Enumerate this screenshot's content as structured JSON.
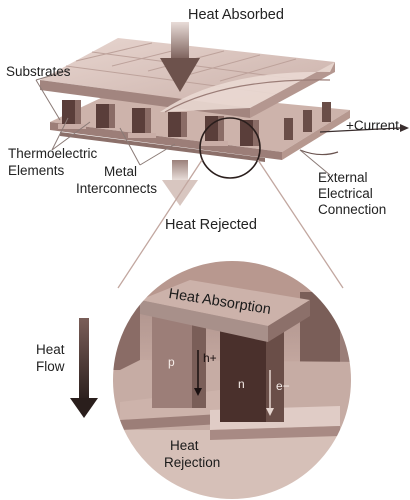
{
  "labels": {
    "heat_absorbed": "Heat Absorbed",
    "substrates": "Substrates",
    "current": "+Current",
    "thermoelectric_line1": "Thermoelectric",
    "thermoelectric_line2": "Elements",
    "metal_line1": "Metal",
    "metal_line2": "Interconnects",
    "external_line1": "External",
    "external_line2": "Electrical",
    "external_line3": "Connection",
    "heat_rejected": "Heat Rejected",
    "heat_absorption": "Heat Absorption",
    "heat_flow_line1": "Heat",
    "heat_flow_line2": "Flow",
    "p_type": "p",
    "n_type": "n",
    "hole_carrier": "h+",
    "electron_carrier": "e−",
    "heat_rejection_line1": "Heat",
    "heat_rejection_line2": "Rejection"
  },
  "colors": {
    "ceramic_top": "#dcc4bc",
    "ceramic_side": "#a88a84",
    "element_front": "#8a6c66",
    "element_dark": "#4e3430",
    "element_light": "#b89c94",
    "arrow": "#3c2c2c",
    "outline": "#b99b95"
  }
}
